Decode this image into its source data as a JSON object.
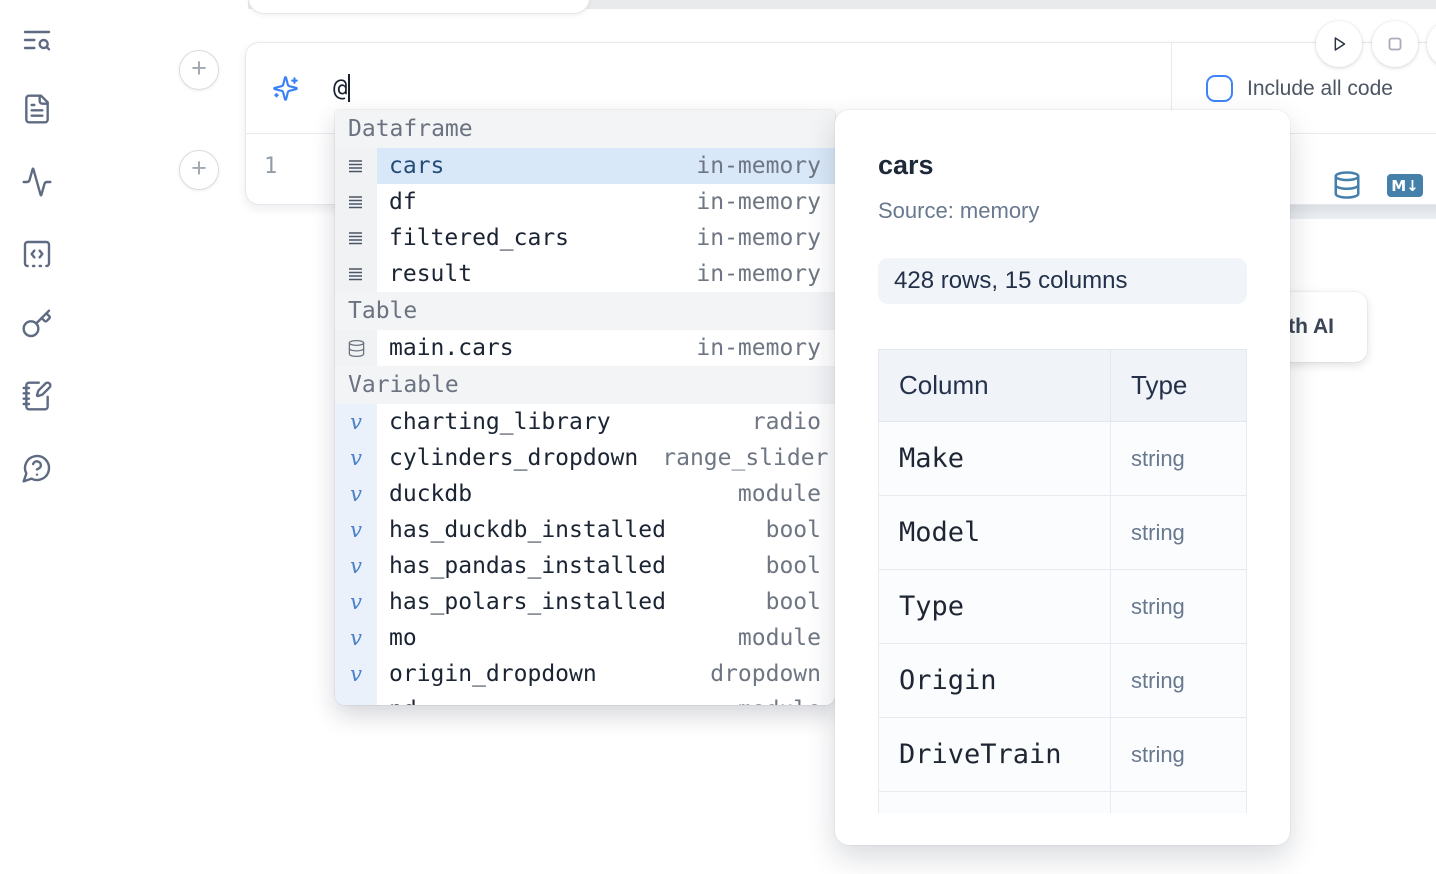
{
  "sidebar": {
    "items": [
      {
        "icon": "toc-search-icon"
      },
      {
        "icon": "document-icon"
      },
      {
        "icon": "activity-icon"
      },
      {
        "icon": "code-snippets-icon"
      },
      {
        "icon": "key-icon"
      },
      {
        "icon": "notebook-pen-icon"
      },
      {
        "icon": "help-chat-icon"
      }
    ]
  },
  "add_cell": {
    "label": "+"
  },
  "ai_panel": {
    "input_value": "@",
    "include_all_code": {
      "label": "Include all code",
      "checked": false
    }
  },
  "cell": {
    "line_number": "1",
    "toolbar": {
      "markdown_badge": "M↓"
    }
  },
  "autocomplete": {
    "sections": [
      {
        "label": "Dataframe",
        "icon": "dataframe-rows-icon",
        "items": [
          {
            "name": "cars",
            "type": "in-memory",
            "selected": true
          },
          {
            "name": "df",
            "type": "in-memory"
          },
          {
            "name": "filtered_cars",
            "type": "in-memory"
          },
          {
            "name": "result",
            "type": "in-memory"
          }
        ]
      },
      {
        "label": "Table",
        "icon": "database-icon",
        "items": [
          {
            "name": "main.cars",
            "type": "in-memory"
          }
        ]
      },
      {
        "label": "Variable",
        "icon": "variable-icon",
        "items": [
          {
            "name": "charting_library",
            "type": "radio"
          },
          {
            "name": "cylinders_dropdown",
            "type": "range_slider"
          },
          {
            "name": "duckdb",
            "type": "module"
          },
          {
            "name": "has_duckdb_installed",
            "type": "bool"
          },
          {
            "name": "has_pandas_installed",
            "type": "bool"
          },
          {
            "name": "has_polars_installed",
            "type": "bool"
          },
          {
            "name": "mo",
            "type": "module"
          },
          {
            "name": "origin_dropdown",
            "type": "dropdown"
          },
          {
            "name": "pd",
            "type": "module"
          }
        ]
      }
    ]
  },
  "preview": {
    "title": "cars",
    "source": "Source: memory",
    "shape_badge": "428 rows, 15 columns",
    "schema_table": {
      "headers": [
        "Column",
        "Type"
      ],
      "rows": [
        {
          "column": "Make",
          "type": "string"
        },
        {
          "column": "Model",
          "type": "string"
        },
        {
          "column": "Type",
          "type": "string"
        },
        {
          "column": "Origin",
          "type": "string"
        },
        {
          "column": "DriveTrain",
          "type": "string"
        }
      ]
    }
  },
  "hidden_card": {
    "label": "Generate with AI"
  },
  "colors": {
    "accent_blue": "#3f83f8",
    "selection_blue": "#d9e8f8",
    "steel_blue": "#4580ab",
    "icon_slate": "#5f6b83"
  }
}
